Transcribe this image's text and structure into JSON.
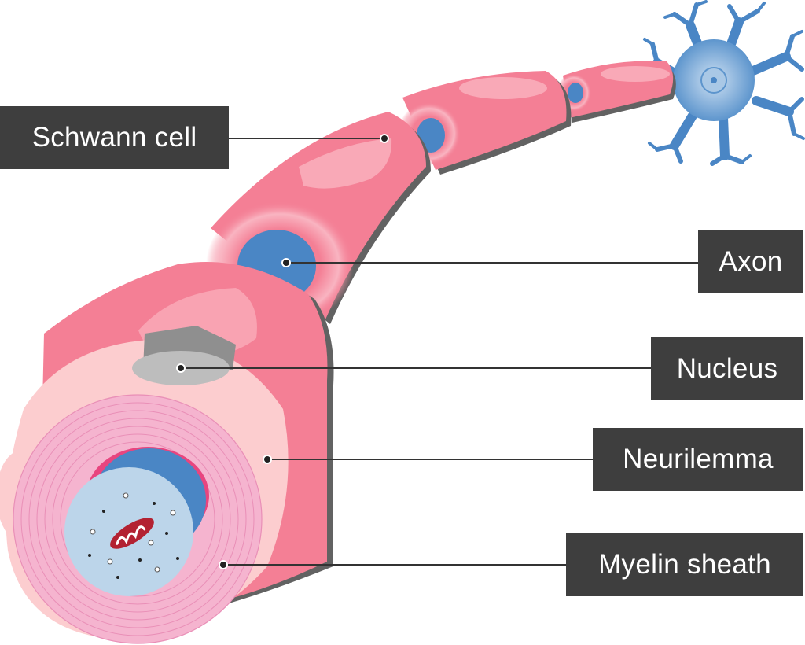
{
  "diagram": {
    "labels": {
      "schwann_cell": "Schwann cell",
      "axon": "Axon",
      "nucleus": "Nucleus",
      "neurilemma": "Neurilemma",
      "myelin_sheath": "Myelin sheath"
    },
    "icons": {
      "neuron_body": "neuron-cell-body-icon",
      "mitochondrion": "mitochondrion-icon"
    },
    "colors": {
      "label_background": "#3e3e3e",
      "label_text": "#ffffff",
      "sheath_pink": "#f47f95",
      "sheath_light": "#f9a9b7",
      "outer_blush": "#fccdcf",
      "myelin_rings": "#f5b4cf",
      "axon_blue": "#4a86c5",
      "axoplasm": "#bcd5ea",
      "nucleus_gray": "#bdbdbd",
      "mitochondrion_red": "#b32232",
      "leader_line": "#333333"
    }
  }
}
